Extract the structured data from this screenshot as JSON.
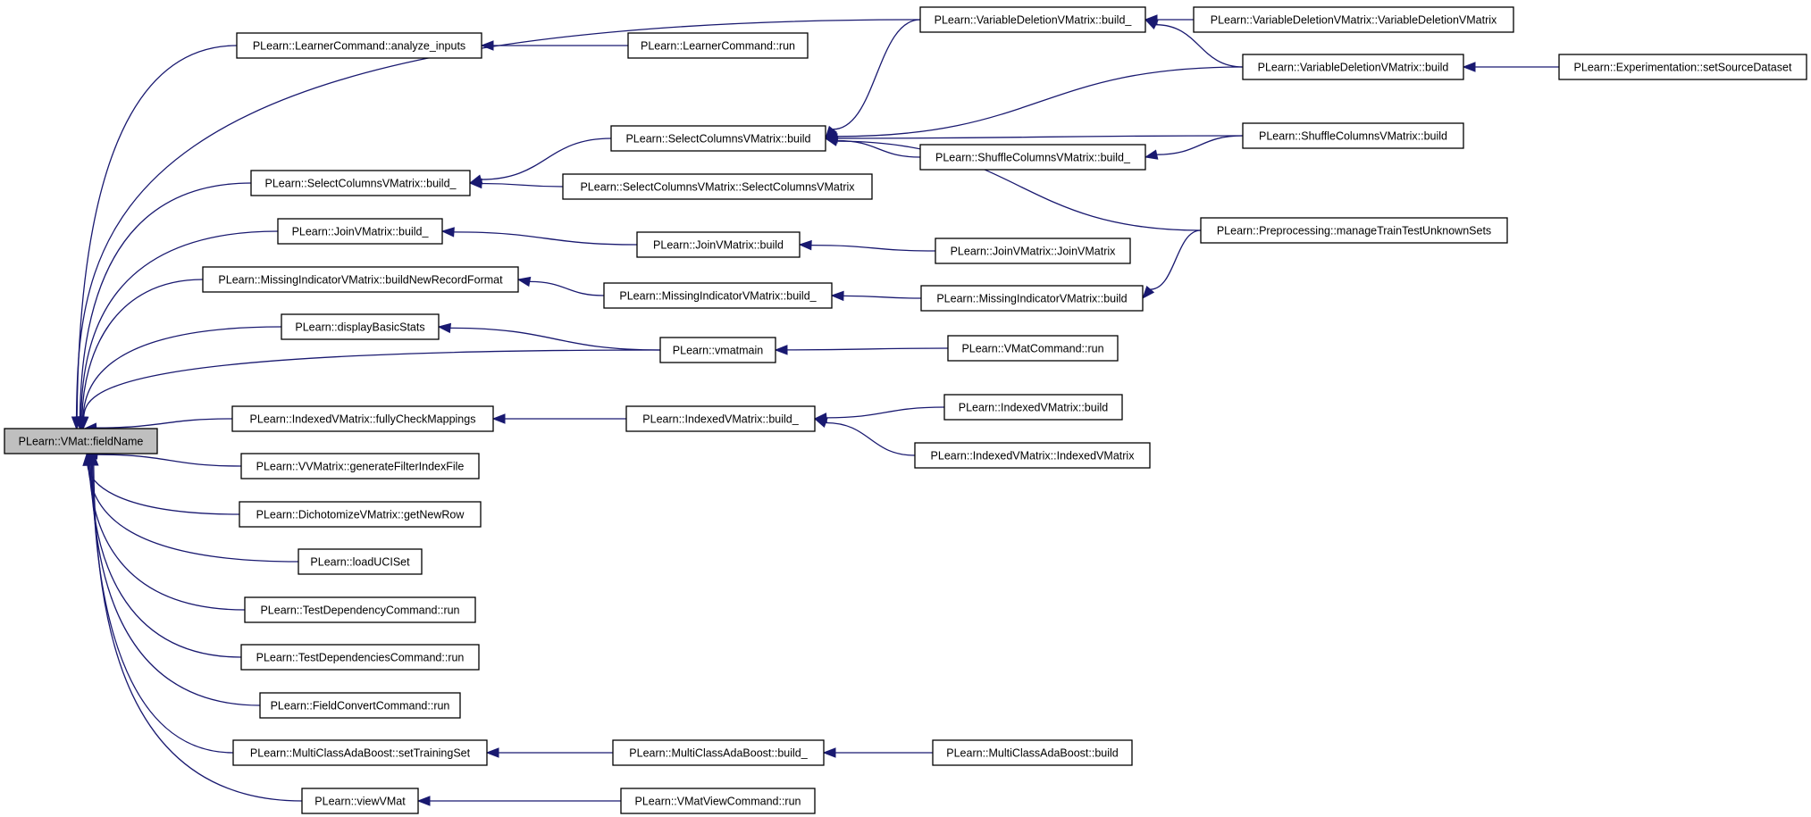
{
  "diagram": {
    "colors": {
      "edge": "#191970",
      "node_fill": "#ffffff",
      "root_fill": "#bfbfbf",
      "border": "#000000"
    },
    "nodes": [
      {
        "id": "fieldName",
        "label": "PLearn::VMat::fieldName",
        "root": true
      },
      {
        "id": "analyze_inputs",
        "label": "PLearn::LearnerCommand::analyze_inputs"
      },
      {
        "id": "learner_run",
        "label": "PLearn::LearnerCommand::run"
      },
      {
        "id": "vdv_build_",
        "label": "PLearn::VariableDeletionVMatrix::build_"
      },
      {
        "id": "vdv_ctor",
        "label": "PLearn::VariableDeletionVMatrix::VariableDeletionVMatrix"
      },
      {
        "id": "vdv_build",
        "label": "PLearn::VariableDeletionVMatrix::build"
      },
      {
        "id": "exp_setsource",
        "label": "PLearn::Experimentation::setSourceDataset"
      },
      {
        "id": "scv_build",
        "label": "PLearn::SelectColumnsVMatrix::build"
      },
      {
        "id": "shuf_build",
        "label": "PLearn::ShuffleColumnsVMatrix::build"
      },
      {
        "id": "shuf_build_",
        "label": "PLearn::ShuffleColumnsVMatrix::build_"
      },
      {
        "id": "scv_build_",
        "label": "PLearn::SelectColumnsVMatrix::build_"
      },
      {
        "id": "scv_ctor",
        "label": "PLearn::SelectColumnsVMatrix::SelectColumnsVMatrix"
      },
      {
        "id": "preproc",
        "label": "PLearn::Preprocessing::manageTrainTestUnknownSets"
      },
      {
        "id": "join_build_",
        "label": "PLearn::JoinVMatrix::build_"
      },
      {
        "id": "join_build",
        "label": "PLearn::JoinVMatrix::build"
      },
      {
        "id": "join_ctor",
        "label": "PLearn::JoinVMatrix::JoinVMatrix"
      },
      {
        "id": "mi_bnrf",
        "label": "PLearn::MissingIndicatorVMatrix::buildNewRecordFormat"
      },
      {
        "id": "mi_build_",
        "label": "PLearn::MissingIndicatorVMatrix::build_"
      },
      {
        "id": "mi_build",
        "label": "PLearn::MissingIndicatorVMatrix::build"
      },
      {
        "id": "dbs",
        "label": "PLearn::displayBasicStats"
      },
      {
        "id": "vmatmain",
        "label": "PLearn::vmatmain"
      },
      {
        "id": "vmatcmd_run",
        "label": "PLearn::VMatCommand::run"
      },
      {
        "id": "ivm_fcm",
        "label": "PLearn::IndexedVMatrix::fullyCheckMappings"
      },
      {
        "id": "ivm_build_",
        "label": "PLearn::IndexedVMatrix::build_"
      },
      {
        "id": "ivm_build",
        "label": "PLearn::IndexedVMatrix::build"
      },
      {
        "id": "ivm_ctor",
        "label": "PLearn::IndexedVMatrix::IndexedVMatrix"
      },
      {
        "id": "vv_gfif",
        "label": "PLearn::VVMatrix::generateFilterIndexFile"
      },
      {
        "id": "dich_gnr",
        "label": "PLearn::DichotomizeVMatrix::getNewRow"
      },
      {
        "id": "loaduci",
        "label": "PLearn::loadUCISet"
      },
      {
        "id": "tdc_run",
        "label": "PLearn::TestDependencyCommand::run"
      },
      {
        "id": "tdsc_run",
        "label": "PLearn::TestDependenciesCommand::run"
      },
      {
        "id": "fcc_run",
        "label": "PLearn::FieldConvertCommand::run"
      },
      {
        "id": "mcab_sts",
        "label": "PLearn::MultiClassAdaBoost::setTrainingSet"
      },
      {
        "id": "mcab_build_",
        "label": "PLearn::MultiClassAdaBoost::build_"
      },
      {
        "id": "mcab_build",
        "label": "PLearn::MultiClassAdaBoost::build"
      },
      {
        "id": "viewvmat",
        "label": "PLearn::viewVMat"
      },
      {
        "id": "vmatview_run",
        "label": "PLearn::VMatViewCommand::run"
      }
    ],
    "edges": [
      {
        "from": "analyze_inputs",
        "to": "fieldName"
      },
      {
        "from": "vdv_build_",
        "to": "fieldName"
      },
      {
        "from": "scv_build_",
        "to": "fieldName"
      },
      {
        "from": "join_build_",
        "to": "fieldName"
      },
      {
        "from": "mi_bnrf",
        "to": "fieldName"
      },
      {
        "from": "dbs",
        "to": "fieldName"
      },
      {
        "from": "vmatmain",
        "to": "fieldName"
      },
      {
        "from": "ivm_fcm",
        "to": "fieldName"
      },
      {
        "from": "vv_gfif",
        "to": "fieldName"
      },
      {
        "from": "dich_gnr",
        "to": "fieldName"
      },
      {
        "from": "loaduci",
        "to": "fieldName"
      },
      {
        "from": "tdc_run",
        "to": "fieldName"
      },
      {
        "from": "tdsc_run",
        "to": "fieldName"
      },
      {
        "from": "fcc_run",
        "to": "fieldName"
      },
      {
        "from": "mcab_sts",
        "to": "fieldName"
      },
      {
        "from": "viewvmat",
        "to": "fieldName"
      },
      {
        "from": "learner_run",
        "to": "analyze_inputs"
      },
      {
        "from": "vdv_ctor",
        "to": "vdv_build_"
      },
      {
        "from": "vdv_build",
        "to": "vdv_build_"
      },
      {
        "from": "exp_setsource",
        "to": "vdv_build"
      },
      {
        "from": "scv_build",
        "to": "scv_build_"
      },
      {
        "from": "scv_ctor",
        "to": "scv_build_"
      },
      {
        "from": "vdv_build_",
        "to": "scv_build"
      },
      {
        "from": "vdv_build",
        "to": "scv_build"
      },
      {
        "from": "shuf_build",
        "to": "scv_build"
      },
      {
        "from": "shuf_build_",
        "to": "scv_build"
      },
      {
        "from": "preproc",
        "to": "scv_build"
      },
      {
        "from": "shuf_build",
        "to": "shuf_build_"
      },
      {
        "from": "join_build",
        "to": "join_build_"
      },
      {
        "from": "join_ctor",
        "to": "join_build"
      },
      {
        "from": "mi_build_",
        "to": "mi_bnrf"
      },
      {
        "from": "mi_build",
        "to": "mi_build_"
      },
      {
        "from": "preproc",
        "to": "mi_build"
      },
      {
        "from": "vmatmain",
        "to": "dbs"
      },
      {
        "from": "vmatcmd_run",
        "to": "vmatmain"
      },
      {
        "from": "ivm_build_",
        "to": "ivm_fcm"
      },
      {
        "from": "ivm_build",
        "to": "ivm_build_"
      },
      {
        "from": "ivm_ctor",
        "to": "ivm_build_"
      },
      {
        "from": "mcab_build_",
        "to": "mcab_sts"
      },
      {
        "from": "mcab_build",
        "to": "mcab_build_"
      },
      {
        "from": "vmatview_run",
        "to": "viewvmat"
      }
    ]
  }
}
